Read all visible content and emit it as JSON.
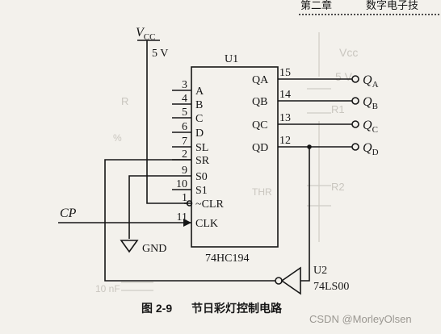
{
  "header": {
    "chapter_text": "第二章",
    "chapter_title": "数字电子技"
  },
  "supply": {
    "symbol": "V",
    "subscript": "CC",
    "value": "5 V"
  },
  "chip": {
    "name": "U1",
    "part": "74HC194",
    "inputs": [
      {
        "pin": "3",
        "label": "A"
      },
      {
        "pin": "4",
        "label": "B"
      },
      {
        "pin": "5",
        "label": "C"
      },
      {
        "pin": "6",
        "label": "D"
      },
      {
        "pin": "7",
        "label": "SL"
      },
      {
        "pin": "2",
        "label": "SR"
      },
      {
        "pin": "9",
        "label": "S0"
      },
      {
        "pin": "10",
        "label": "S1"
      },
      {
        "pin": "1",
        "label": "~CLR"
      },
      {
        "pin": "11",
        "label": "CLK"
      }
    ],
    "outputs": [
      {
        "pin": "15",
        "label": "QA",
        "terminal": "Q",
        "sub": "A"
      },
      {
        "pin": "14",
        "label": "QB",
        "terminal": "Q",
        "sub": "B"
      },
      {
        "pin": "13",
        "label": "QC",
        "terminal": "Q",
        "sub": "C"
      },
      {
        "pin": "12",
        "label": "QD",
        "terminal": "Q",
        "sub": "D"
      }
    ]
  },
  "clock": {
    "label": "CP"
  },
  "ground": {
    "label": "GND"
  },
  "inverter": {
    "name": "U2",
    "part": "74LS00"
  },
  "caption": {
    "fig": "图 2-9",
    "title": "节日彩灯控制电路"
  },
  "watermark": "CSDN @MorleyOlsen"
}
